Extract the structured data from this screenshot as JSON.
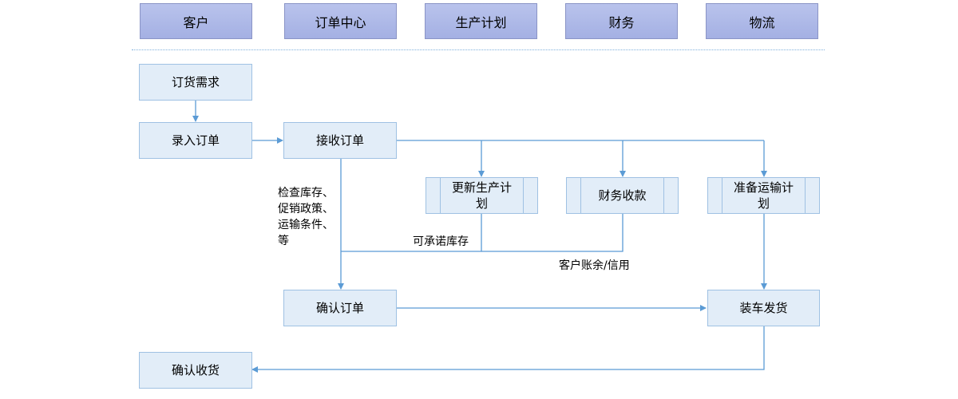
{
  "lanes": [
    "客户",
    "订单中心",
    "生产计划",
    "财务",
    "物流"
  ],
  "nodes": {
    "order_demand": "订货需求",
    "enter_order": "录入订单",
    "receive_order": "接收订单",
    "update_plan": "更新生产计\n划",
    "finance_collect": "财务收款",
    "prepare_transport": "准备运输计\n划",
    "confirm_order": "确认订单",
    "load_ship": "装车发货",
    "confirm_receipt": "确认收货"
  },
  "notes": {
    "check": "检查库存、\n促销政策、\n运输条件、\n等",
    "promise": "可承诺库存",
    "balance": "客户账余/信用"
  },
  "colors": {
    "lane_fill": "#a9b4e6",
    "box_fill": "#e2edf8",
    "box_border": "#9fc1e3",
    "connector": "#5b9bd5"
  }
}
